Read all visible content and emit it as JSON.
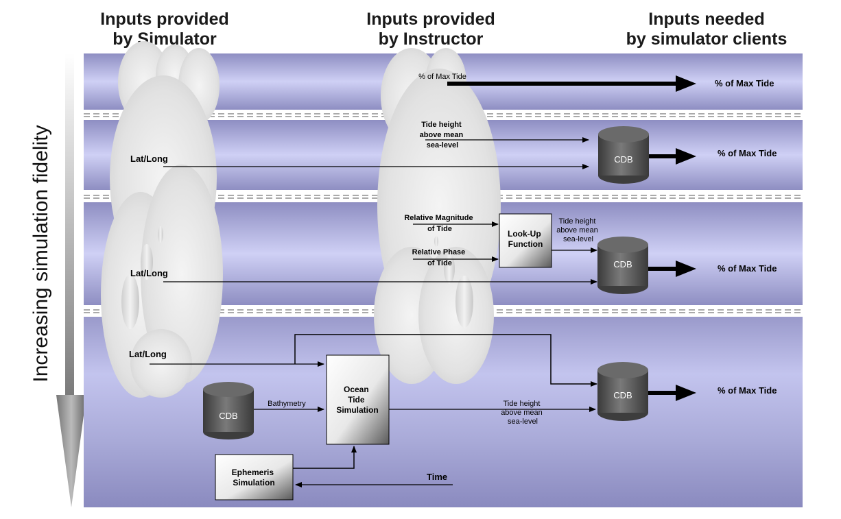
{
  "headers": {
    "simulator": [
      "Inputs provided",
      "by Simulator"
    ],
    "instructor": [
      "Inputs provided",
      "by Instructor"
    ],
    "clients": [
      "Inputs needed",
      "by simulator clients"
    ]
  },
  "fidelity_axis_label": "Increasing simulation fidelity",
  "colors": {
    "band_dark": "#8e8ec2",
    "band_light": "#cfd0f5",
    "cloud": "#e6e6e6",
    "cylinder": "#555555",
    "arrow": "#000000"
  },
  "tier1": {
    "input_label": "% of Max Tide",
    "output_label": "% of Max Tide"
  },
  "tier2": {
    "tide_input": [
      "Tide height",
      "above mean",
      "sea-level"
    ],
    "lat_long": "Lat/Long",
    "cdb": "CDB",
    "output_label": "% of Max Tide"
  },
  "tier3": {
    "magnitude": [
      "Relative Magnitude",
      "of Tide"
    ],
    "phase": [
      "Relative Phase",
      "of Tide"
    ],
    "lookup": [
      "Look-Up",
      "Function"
    ],
    "lookup_output": [
      "Tide height",
      "above mean",
      "sea-level"
    ],
    "lat_long": "Lat/Long",
    "cdb": "CDB",
    "output_label": "% of Max Tide"
  },
  "tier4": {
    "lat_long": "Lat/Long",
    "cdb_bathy": "CDB",
    "bathymetry": "Bathymetry",
    "ocean": [
      "Ocean",
      "Tide",
      "Simulation"
    ],
    "ocean_output": [
      "Tide height",
      "above mean",
      "sea-level"
    ],
    "ephemeris": [
      "Ephemeris",
      "Simulation"
    ],
    "time": "Time",
    "cdb": "CDB",
    "output_label": "% of Max Tide"
  }
}
